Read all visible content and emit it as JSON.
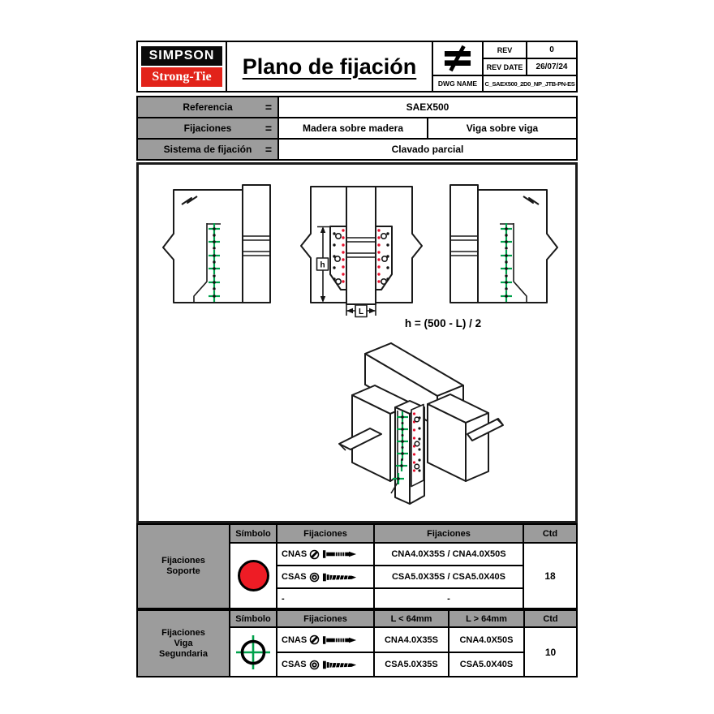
{
  "header": {
    "logo_line1": "SIMPSON",
    "logo_line2": "Strong-Tie",
    "title": "Plano de fijación",
    "not_equal_symbol": "≠",
    "rev_label": "REV",
    "rev_value": "0",
    "rev_date_label": "REV DATE",
    "rev_date_value": "26/07/24",
    "dwg_name_label": "DWG NAME",
    "dwg_name_value": "C_SAEX500_2D0_NP_JTB-PN-ES"
  },
  "reference_table": {
    "equals": "=",
    "referencia_label": "Referencia",
    "referencia_value": "SAEX500",
    "fijaciones_label": "Fijaciones",
    "fijaciones_value_1": "Madera sobre madera",
    "fijaciones_value_2": "Viga sobre viga",
    "sistema_label": "Sistema de fijación",
    "sistema_value": "Clavado parcial"
  },
  "drawing": {
    "formula": "h = (500 - L) / 2",
    "dim_h": "h",
    "dim_l": "L"
  },
  "support_table": {
    "label_line1": "Fijaciones",
    "label_line2": "Soporte",
    "col_symbol": "Símbolo",
    "col_fixings_1": "Fijaciones",
    "col_fixings_2": "Fijaciones",
    "col_qty": "Ctd",
    "rows": [
      {
        "code": "CNAS",
        "value": "CNA4.0X35S / CNA4.0X50S"
      },
      {
        "code": "CSAS",
        "value": "CSA5.0X35S / CSA5.0X40S"
      },
      {
        "code": "-",
        "value": "-"
      }
    ],
    "qty": "18"
  },
  "secondary_table": {
    "label_line1": "Fijaciones",
    "label_line2": "Viga",
    "label_line3": "Segundaria",
    "col_symbol": "Símbolo",
    "col_fixings": "Fijaciones",
    "col_short": "L < 64mm",
    "col_long": "L > 64mm",
    "col_qty": "Ctd",
    "rows": [
      {
        "code": "CNAS",
        "short": "CNA4.0X35S",
        "long": "CNA4.0X50S"
      },
      {
        "code": "CSAS",
        "short": "CSA5.0X35S",
        "long": "CSA5.0X40S"
      }
    ],
    "qty": "10"
  },
  "colors": {
    "logo_red": "#e2231a",
    "symbol_red": "#ee1c25",
    "fastener_green": "#00a14b",
    "header_gray": "#9c9c9c"
  }
}
